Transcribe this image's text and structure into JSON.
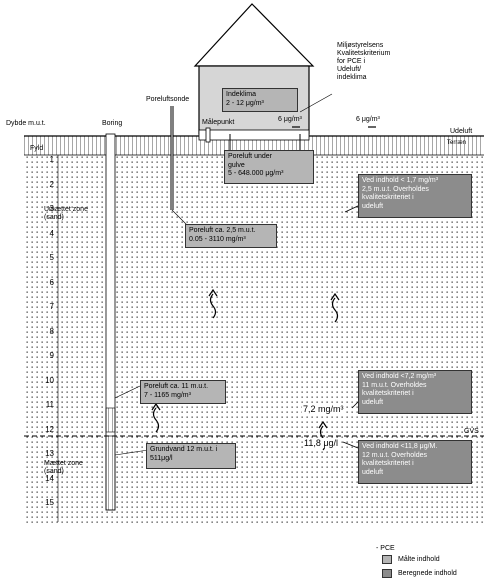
{
  "axis": {
    "depth_label": "Dybde m.u.t.",
    "depth_ticks": [
      "1",
      "2",
      "3",
      "4",
      "5",
      "6",
      "7",
      "8",
      "9",
      "10",
      "11",
      "12",
      "13",
      "14",
      "15"
    ]
  },
  "surface": {
    "fyld": "Fyld",
    "terraen": "Terræn",
    "udeluft": "Udeluft",
    "gvs": "GVS"
  },
  "zones": {
    "unsaturated": [
      "Umættet zone",
      "(sand)"
    ],
    "saturated": [
      "Mættet zone",
      "(sand)"
    ]
  },
  "equipment": {
    "boring": "Boring",
    "poreluftsonde": "Poreluftsonde",
    "maalepunkt": "Målepunkt"
  },
  "criteria_note": [
    "Miljøstyrelsens",
    "Kvalitetskriterium",
    "for PCE i",
    "Udeluft/",
    "indeklima"
  ],
  "air_values": {
    "left": "6 μg/m³",
    "right": "6 μg/m³"
  },
  "measured": {
    "indeklima": [
      "Indeklima",
      "2 - 12 μg/m³"
    ],
    "poreluft_gulve": [
      "Poreluft under",
      "gulve",
      "5 - 648.000 μg/m³"
    ],
    "poreluft_25": [
      "Poreluft ca. 2,5 m.u.t.",
      "0.05 - 3110 mg/m³"
    ],
    "poreluft_11": [
      "Poreluft ca. 11 m.u.t.",
      "7 - 1165 mg/m³"
    ],
    "grundvand": [
      "Grundvand 12 m.u.t. i",
      "511μg/l"
    ]
  },
  "calculated": {
    "c1": [
      "Ved indhold < 1,7 mg/m³",
      "2,5 m.u.t. Overholdes",
      "kvalitetskriteriet i",
      "udeluft"
    ],
    "c2": [
      "Ved indhold <7,2 mg/m³",
      "11 m.u.t. Overholdes",
      "kvalitetskriteriet i",
      "udeluft"
    ],
    "c3": [
      "Ved indhold <11,8 μg/M.",
      "12 m.u.t. Overholdes",
      "kvalitetskriteriet i",
      "udeluft"
    ]
  },
  "side_values": {
    "v72": "7,2 mg/m³",
    "v118": "11,8 μg/l"
  },
  "legend": {
    "title": "- PCE",
    "measured": "Målte indhold",
    "calculated": "Beregnede indhold",
    "colors": {
      "measured": "#b5b5b5",
      "calculated": "#8c8c8c"
    }
  }
}
